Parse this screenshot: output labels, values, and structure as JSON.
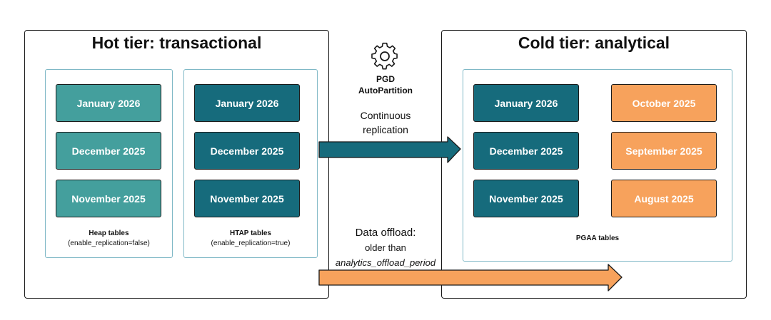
{
  "hot_tier": {
    "title": "Hot tier: transactional",
    "heap": {
      "partitions": [
        "January 2026",
        "December 2025",
        "November 2025"
      ],
      "caption_title": "Heap tables",
      "caption_sub": "(enable_replication=false)"
    },
    "htap": {
      "partitions": [
        "January 2026",
        "December 2025",
        "November 2025"
      ],
      "caption_title": "HTAP tables",
      "caption_sub": "(enable_replication=true)"
    }
  },
  "cold_tier": {
    "title": "Cold tier: analytical",
    "left_partitions": [
      "January 2026",
      "December 2025",
      "November 2025"
    ],
    "right_partitions": [
      "October 2025",
      "September 2025",
      "August 2025"
    ],
    "caption": "PGAA tables"
  },
  "middle": {
    "tool_line1": "PGD",
    "tool_line2": "AutoPartition",
    "tool_icon": "gear-icon",
    "replication_line1": "Continuous",
    "replication_line2": "replication",
    "offload_line1": "Data offload:",
    "offload_line2": "older than",
    "offload_line3": "analytics_offload_period"
  },
  "colors": {
    "heap": "#449f9d",
    "htap": "#166b7c",
    "cold": "#f7a25c",
    "group_border": "#7fb8c6"
  }
}
